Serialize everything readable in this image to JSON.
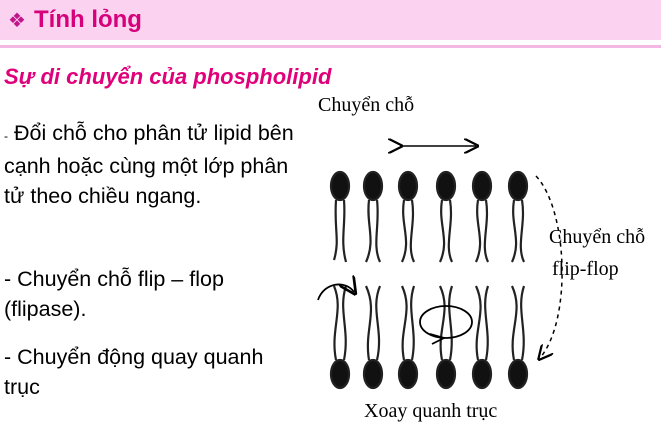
{
  "header": {
    "bullet_symbol": "❖",
    "title": "Tính lỏng"
  },
  "subtitle": "Sự di chuyển của phospholipid",
  "bullets": {
    "b1_dash": "-",
    "b1_text": " Đổi chỗ cho phân tử lipid bên cạnh hoặc cùng một lớp phân tử theo chiều ngang.",
    "b2": "- Chuyển chỗ flip – flop (flipase).",
    "b3": "- Chuyển động quay quanh trục"
  },
  "diagram": {
    "label_top": "Chuyển chỗ",
    "label_right_line1": "Chuyển chỗ",
    "label_right_line2": "flip-flop",
    "label_bottom": "Xoay quanh trục"
  },
  "colors": {
    "title_bar": "#fbd3f1",
    "title_text": "#d6007a",
    "subtitle_text": "#e0007a"
  }
}
